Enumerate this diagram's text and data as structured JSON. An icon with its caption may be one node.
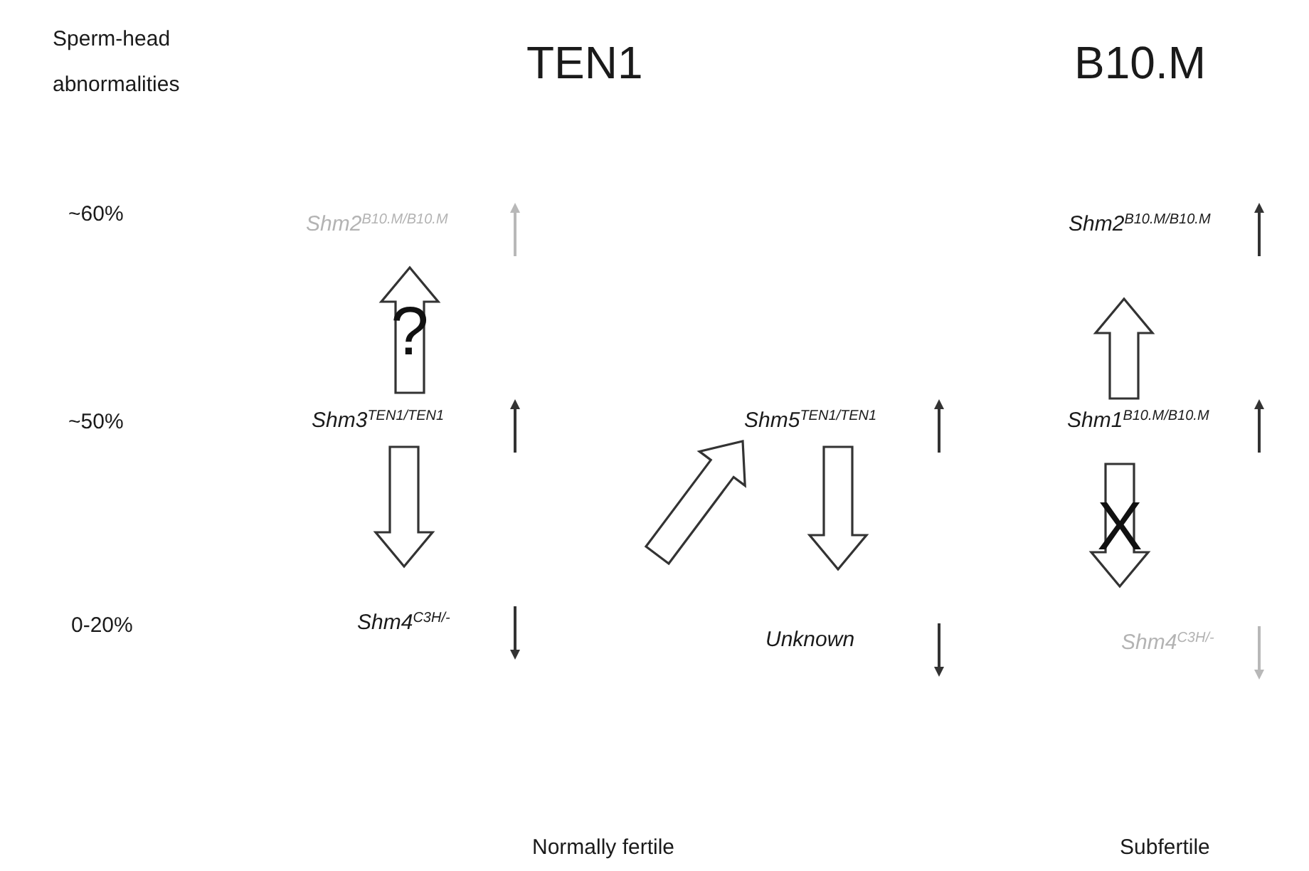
{
  "diagram": {
    "nodes": [
      {
        "text": [
          "Shm2$^{B10.M/B10.M}$"
        ]
      },
      {
        "text": [
          "Shm3$^{TEN1/TEN1}$"
        ]
      },
      {
        "text": [
          "Shm4$^{C3H/-}$"
        ]
      },
      {
        "text": [
          "Shm5$^{TEN1/TEN1}$"
        ]
      },
      {
        "text": [
          "Unknown"
        ]
      },
      {
        "text": [
          "Shm2$^{B10.M/B10.M}$"
        ]
      },
      {
        "text": [
          "Shm1$^{B10.M/B10.M}$"
        ]
      },
      {
        "text": [
          "Shm4$^{C3H/-}$"
        ]
      }
    ],
    "edges": [
      {
        "from": 1,
        "to": 0,
        "arrow": "to",
        "label": "?"
      },
      {
        "from": 1,
        "to": 2,
        "arrow": "to"
      },
      {
        "from": null,
        "to": 3,
        "arrow": "to"
      },
      {
        "from": 3,
        "to": 4,
        "arrow": "to"
      },
      {
        "from": 6,
        "to": 5,
        "arrow": "to"
      },
      {
        "from": 6,
        "to": 7,
        "arrow": "to",
        "label": "X"
      }
    ],
    "labels": [
      "Sperm-head abnormalities",
      "TEN1",
      "B10.M",
      "~60%",
      "~50%",
      "0-20%",
      "Normally fertile",
      "Subfertile"
    ]
  }
}
